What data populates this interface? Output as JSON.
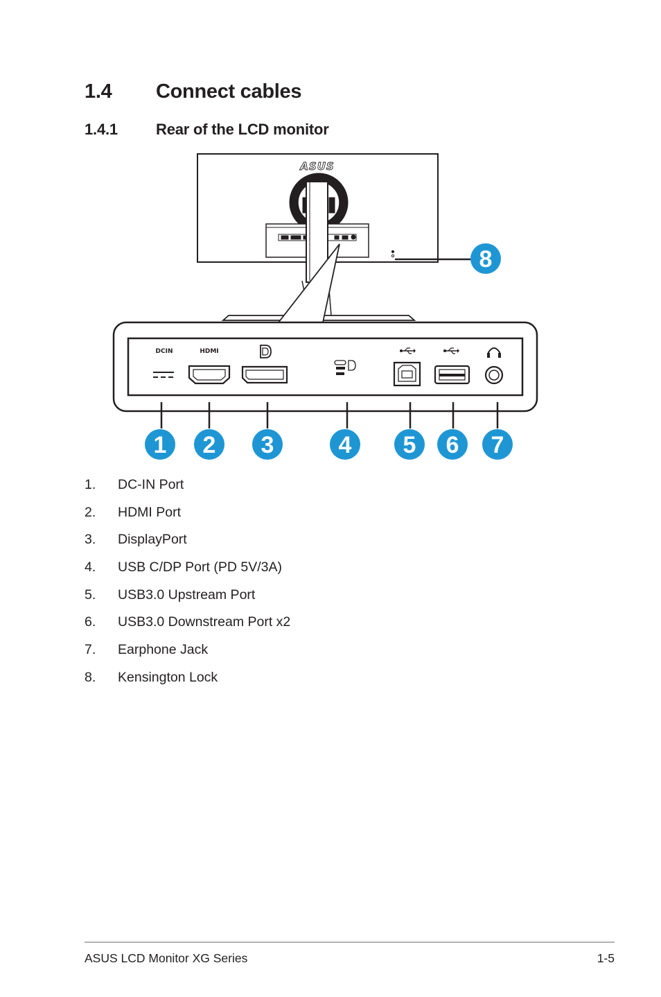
{
  "section": {
    "number": "1.4",
    "title": "Connect cables"
  },
  "subsection": {
    "number": "1.4.1",
    "title": "Rear of the LCD monitor"
  },
  "figure": {
    "brand_logo": "ASUS",
    "port_labels": {
      "dcin": "DCIN",
      "hdmi": "HDMI"
    },
    "callouts": [
      "1",
      "2",
      "3",
      "4",
      "5",
      "6",
      "7",
      "8"
    ]
  },
  "items": [
    {
      "num": "1.",
      "label": "DC-IN Port"
    },
    {
      "num": "2.",
      "label": "HDMI Port"
    },
    {
      "num": "3.",
      "label": "DisplayPort"
    },
    {
      "num": "4.",
      "label": "USB C/DP Port (PD 5V/3A)"
    },
    {
      "num": "5.",
      "label": "USB3.0 Upstream Port"
    },
    {
      "num": "6.",
      "label": "USB3.0 Downstream Port x2"
    },
    {
      "num": "7.",
      "label": "Earphone Jack"
    },
    {
      "num": "8.",
      "label": "Kensington Lock"
    }
  ],
  "footer": {
    "left": "ASUS LCD Monitor XG Series",
    "right": "1-5"
  },
  "colors": {
    "callout": "#1f96d4",
    "text": "#231f20",
    "rule": "#b3b3b3"
  }
}
